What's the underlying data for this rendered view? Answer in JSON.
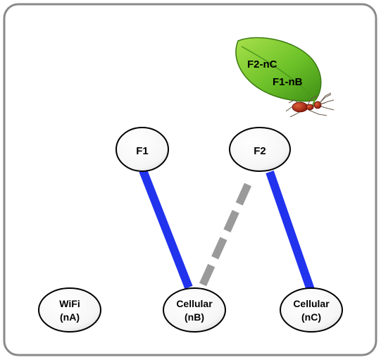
{
  "nodes": {
    "f1": {
      "label": "F1"
    },
    "f2": {
      "label": "F2"
    },
    "wifi": {
      "line1": "WiFi",
      "line2": "(nA)"
    },
    "cellular_b": {
      "line1": "Cellular",
      "line2": "(nB)"
    },
    "cellular_c": {
      "line1": "Cellular",
      "line2": "(nC)"
    }
  },
  "leaf": {
    "line1": "F2-nC",
    "line2": "F1-nB"
  },
  "colors": {
    "active_link": "#2233ee",
    "inactive_link": "#9a9a9a",
    "leaf_green": "#6cc128",
    "ant_body": "#b02010",
    "frame_border": "#8a8a8a"
  }
}
